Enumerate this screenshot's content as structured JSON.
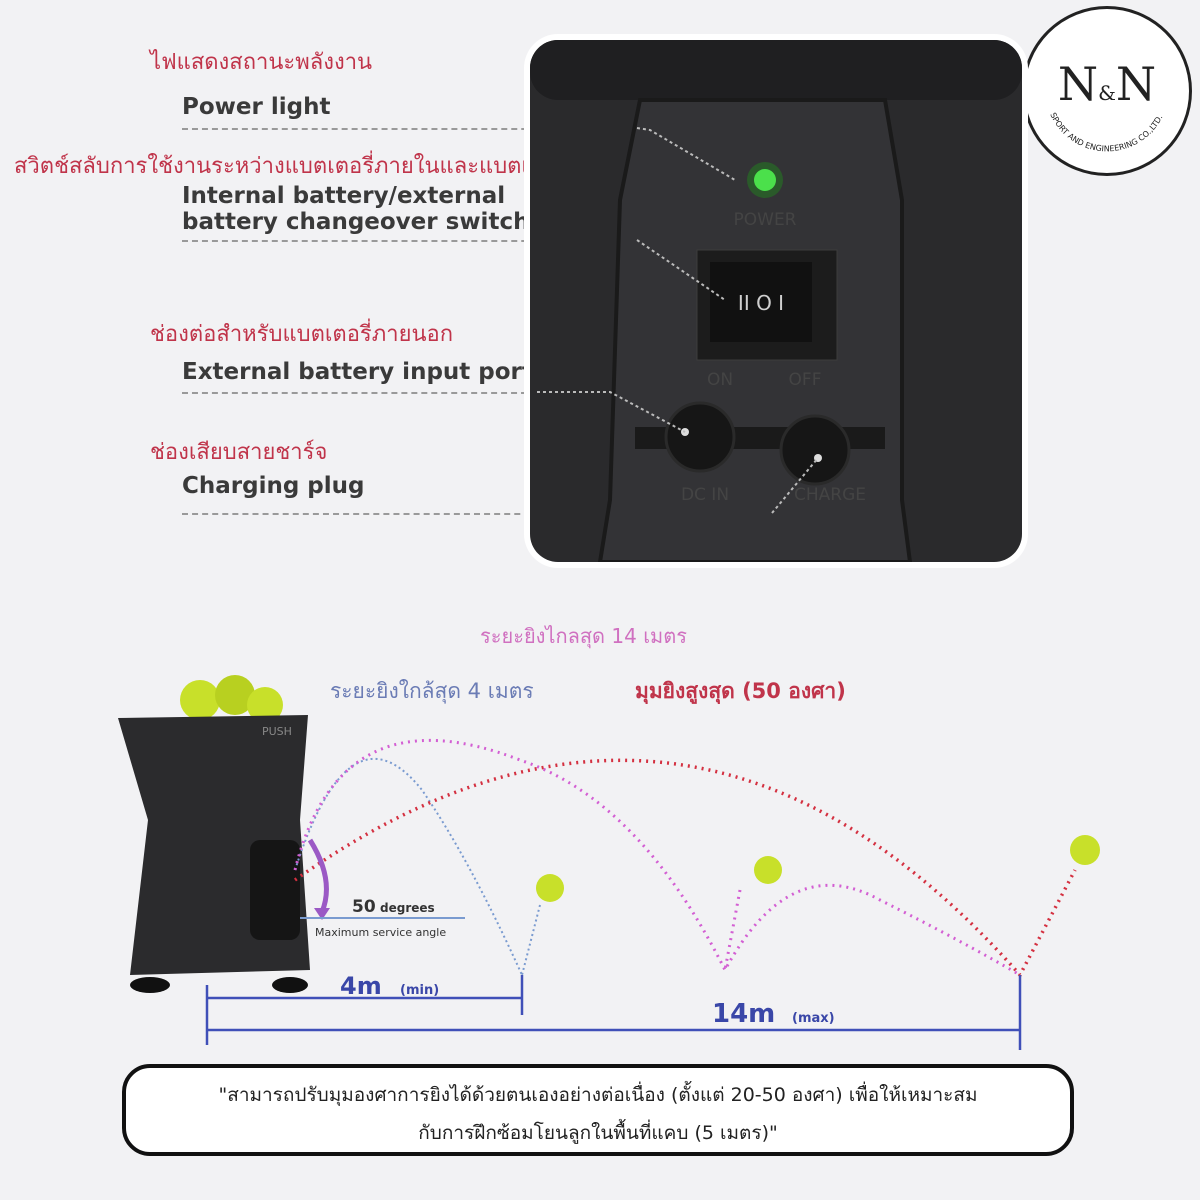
{
  "logo": {
    "text": "N&N",
    "letters_left": "N",
    "ampersand": "&",
    "letters_right": "N",
    "ring_text": "SPORT AND ENGINEERING CO.,LTD."
  },
  "callouts": [
    {
      "thai": "ไฟแสดงสถานะพลังงาน",
      "english": "Power light"
    },
    {
      "thai": "สวิตช์สลับการใช้งานระหว่างแบตเตอรี่ภายในและแบตเตอรี่ภายนอก",
      "english_line1": "Internal battery/external",
      "english_line2": "battery changeover switch"
    },
    {
      "thai": "ช่องต่อสำหรับแบตเตอรี่ภายนอก",
      "english": "External battery input port"
    },
    {
      "thai": "ช่องเสียบสายชาร์จ",
      "english": "Charging plug"
    }
  ],
  "panel": {
    "power_label": "POWER",
    "switch_symbols": "II  O  I",
    "on_label": "ON",
    "off_label": "OFF",
    "dc_in_label": "DC IN",
    "charge_label": "CHARGE",
    "indicator_color": "#4be04b"
  },
  "range": {
    "max_range_thai": "ระยะยิงไกลสุด 14 เมตร",
    "min_range_thai": "ระยะยิงใกล้สุด 4 เมตร",
    "max_angle_thai": "มุมยิงสูงสุด (50 องศา)",
    "angle_value": "50",
    "angle_unit": "degrees",
    "angle_caption": "Maximum service angle",
    "min_distance": "4m",
    "min_tag": "(min)",
    "max_distance": "14m",
    "max_tag": "(max)",
    "machine_brand": "PUSH"
  },
  "caption": {
    "line1": "\"สามารถปรับมุมองศาการยิงได้ด้วยตนเองอย่างต่อเนื่อง (ตั้งแต่ 20-50 องศา) เพื่อให้เหมาะสม",
    "line2": "กับการฝึกซ้อมโยนลูกในพื้นที่แคบ (5 เมตร)\""
  },
  "colors": {
    "thai_red": "#c0344a",
    "pink_path": "#d35fd3",
    "red_path": "#d43040",
    "blue_path": "#7a9bd0",
    "ball": "#c8e02a"
  }
}
